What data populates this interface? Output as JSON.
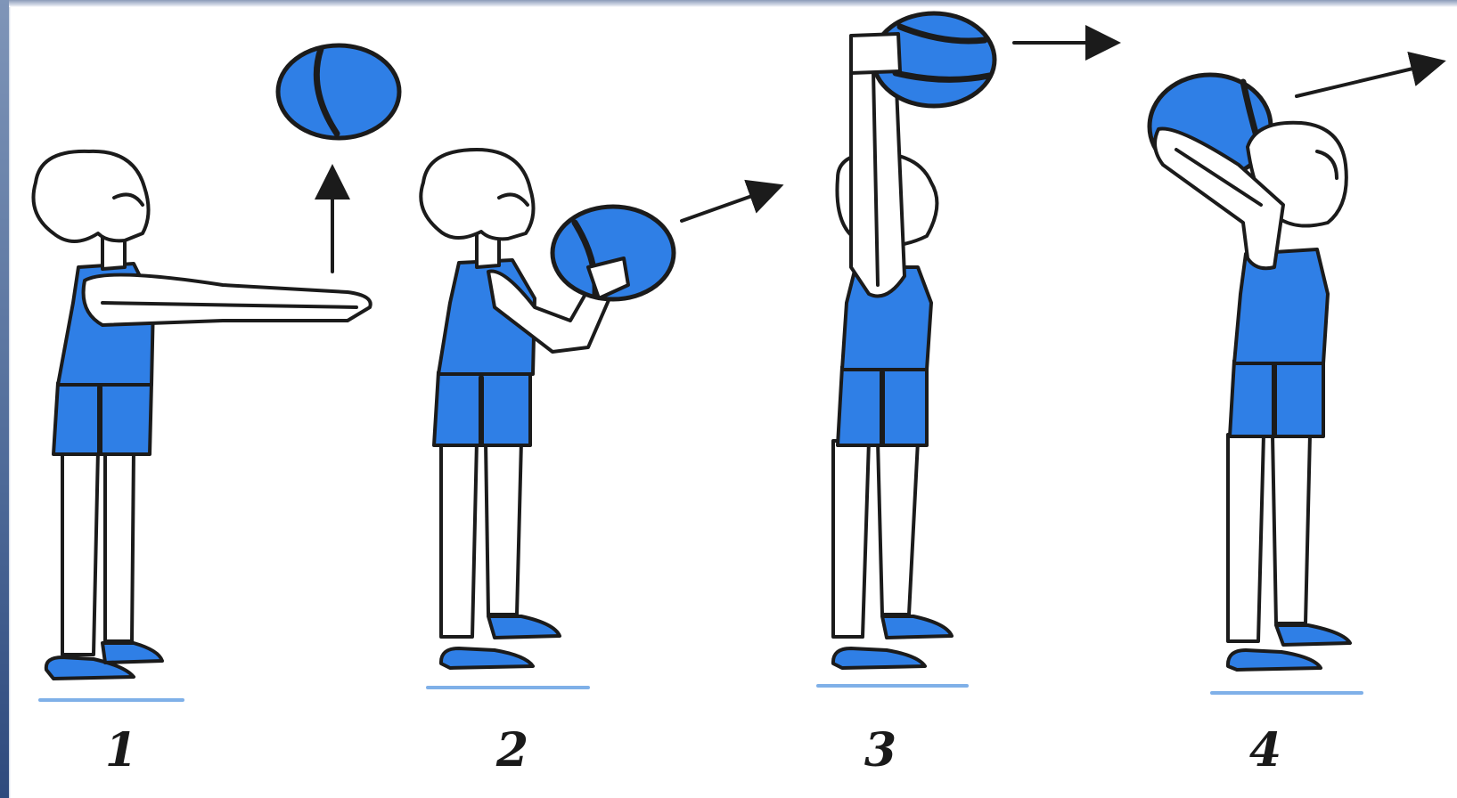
{
  "figure": {
    "labels": [
      "1",
      "2",
      "3",
      "4"
    ],
    "colors": {
      "uniform": "#2f7fe6",
      "uniform_dark": "#1d5fc7",
      "outline": "#1b1b1b",
      "ground": "#7fb0e8"
    },
    "icons": [
      "arrow-up-icon",
      "arrow-right-icon",
      "medicine-ball-icon"
    ]
  }
}
